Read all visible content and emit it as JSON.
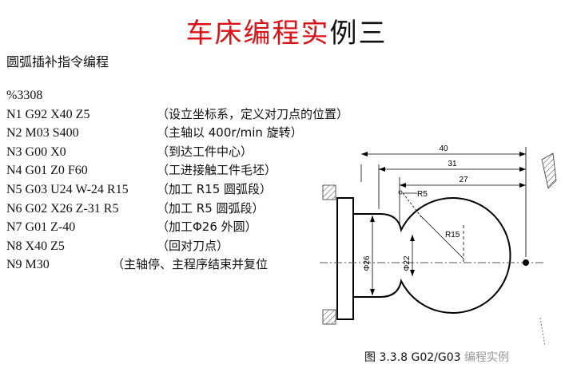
{
  "title": {
    "part_red": "车床编程实",
    "part_black": "例三"
  },
  "subtitle": "圆弧插补指令编程",
  "program": {
    "number": "%3308",
    "lines": [
      {
        "cmd": "N1 G92 X40 Z5",
        "comment": "（设立坐标系，定义对刀点的位置）"
      },
      {
        "cmd": "N2 M03 S400",
        "comment": "（主轴以 400r/min 旋转）"
      },
      {
        "cmd": "N3 G00 X0",
        "comment": "（到达工件中心）"
      },
      {
        "cmd": "N4 G01 Z0 F60",
        "comment": "（工进接触工件毛坯）"
      },
      {
        "cmd": "N5 G03 U24 W-24 R15",
        "comment": "（加工 R15 圆弧段）"
      },
      {
        "cmd": "N6 G02 X26 Z-31 R5",
        "comment": "（加工 R5 圆弧段）"
      },
      {
        "cmd": "N7 G01 Z-40",
        "comment": "（加工Φ26 外圆）"
      },
      {
        "cmd": "N8 X40 Z5",
        "comment": "（回对刀点）"
      },
      {
        "cmd": "N9 M30",
        "comment": "（主轴停、主程序结束并复位"
      }
    ]
  },
  "drawing": {
    "dim_40": "40",
    "dim_31": "31",
    "dim_27": "27",
    "label_r5": "R5",
    "label_r15": "R15",
    "label_d26": "Φ26",
    "label_d22": "Φ22"
  },
  "caption": {
    "main": "图 3.3.8 G02/G03",
    "faded": "编程实例"
  }
}
